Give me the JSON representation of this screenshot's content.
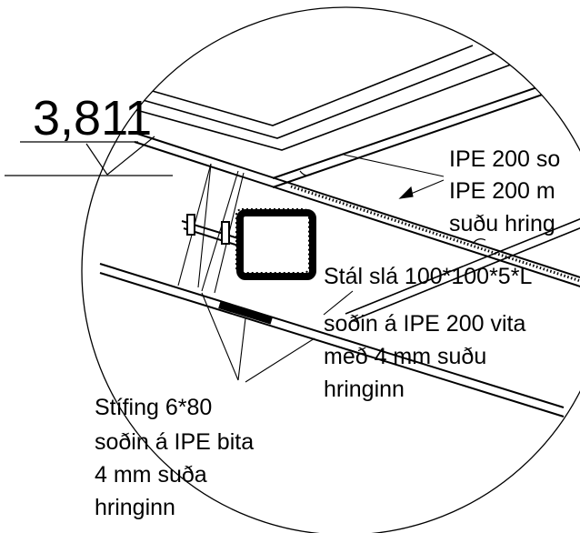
{
  "dimension": {
    "value": "3,811"
  },
  "annotations": {
    "ipe_beam": {
      "line1": "IPE 200 so",
      "line2": "IPE 200 m",
      "line3": "suðu hring"
    },
    "steel_bar": {
      "line1": "Stál slá 100*100*5*L",
      "line2": "soðin á IPE 200 vita",
      "line3": "með 4 mm suðu",
      "line4": "hringinn"
    },
    "stiffener": {
      "line1": "Stífing 6*80",
      "line2": "soðin á IPE bita",
      "line3": "4 mm suða",
      "line4": "hringinn"
    }
  },
  "colors": {
    "ink": "#000000",
    "paper": "#ffffff"
  }
}
